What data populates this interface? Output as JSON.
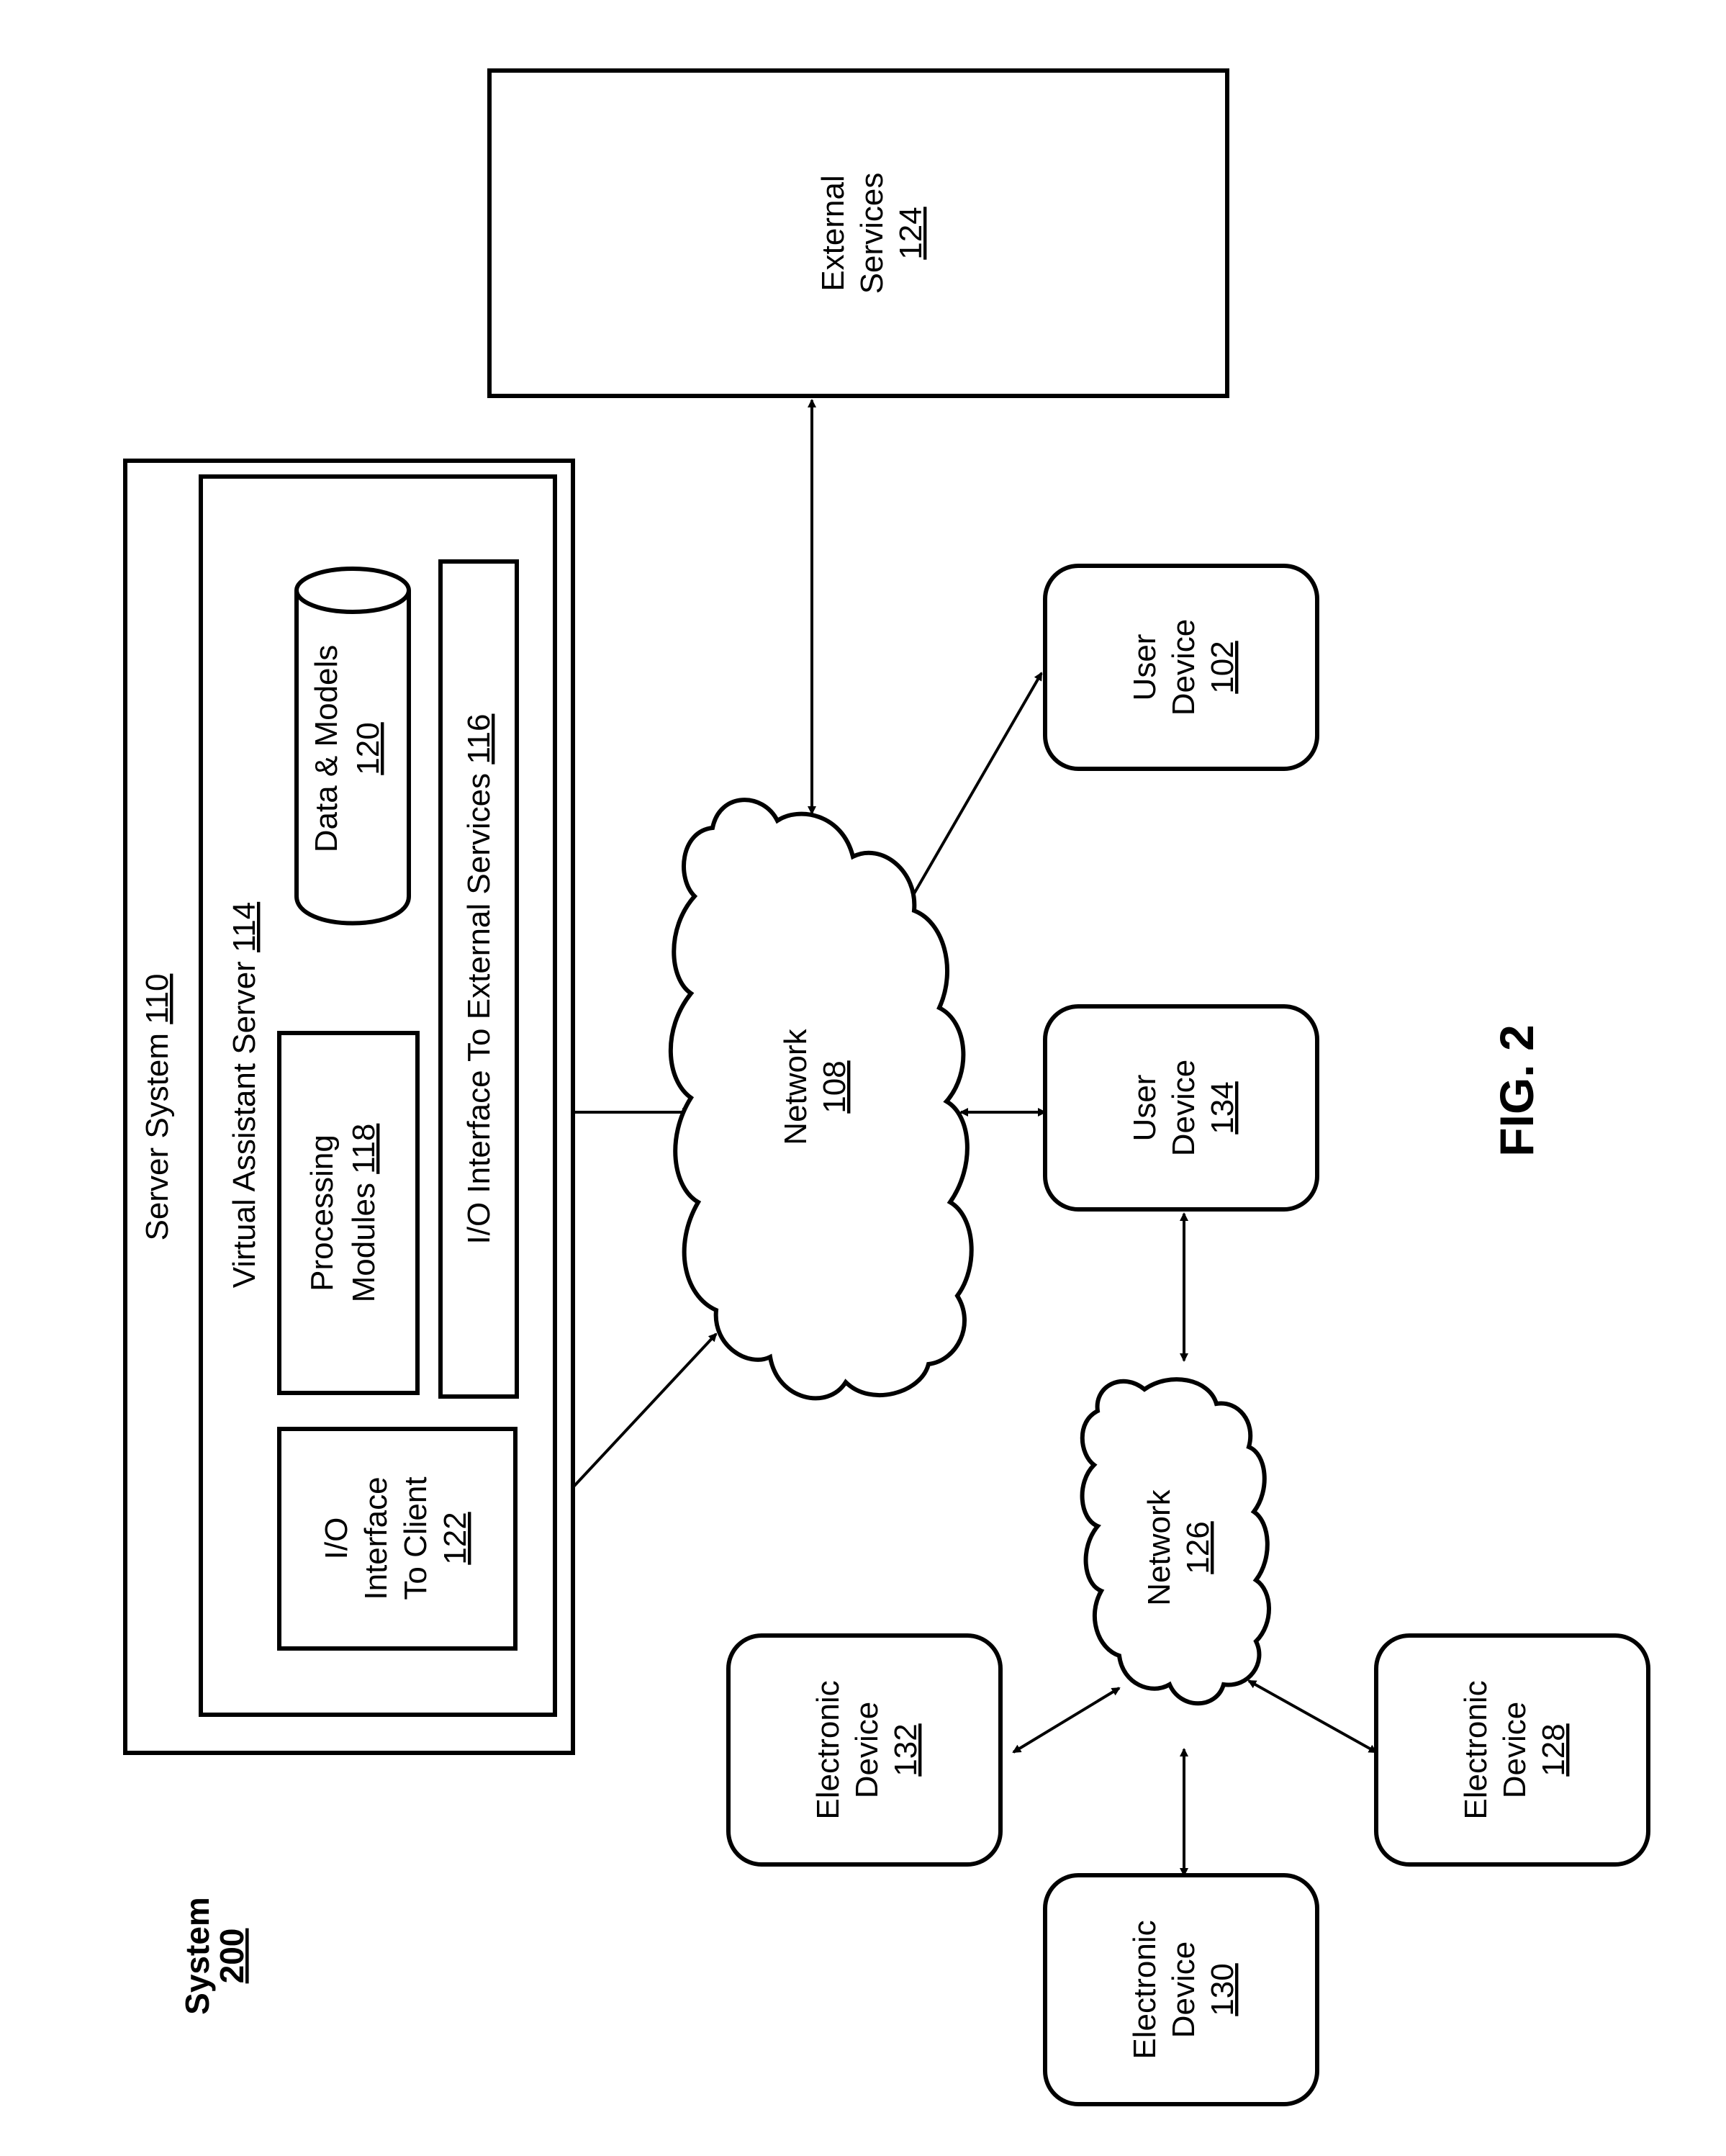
{
  "system": {
    "label": "System",
    "ref": "200"
  },
  "fig_label": "FIG. 2",
  "server_system": {
    "label": "Server System",
    "ref": "110"
  },
  "virtual_assistant_server": {
    "label": "Virtual Assistant Server",
    "ref": "114"
  },
  "processing_modules": {
    "line1": "Processing",
    "line2": "Modules",
    "ref": "118"
  },
  "data_models": {
    "label": "Data & Models",
    "ref": "120"
  },
  "io_external": {
    "label": "I/O Interface To External Services",
    "ref": "116"
  },
  "io_client": {
    "line1": "I/O",
    "line2": "Interface",
    "line3": "To Client",
    "ref": "122"
  },
  "external_services": {
    "line1": "External",
    "line2": "Services",
    "ref": "124"
  },
  "network_108": {
    "label": "Network",
    "ref": "108"
  },
  "network_126": {
    "label": "Network",
    "ref": "126"
  },
  "user_device_102": {
    "line1": "User",
    "line2": "Device",
    "ref": "102"
  },
  "user_device_134": {
    "line1": "User",
    "line2": "Device",
    "ref": "134"
  },
  "electronic_device_132": {
    "line1": "Electronic",
    "line2": "Device",
    "ref": "132"
  },
  "electronic_device_130": {
    "line1": "Electronic",
    "line2": "Device",
    "ref": "130"
  },
  "electronic_device_128": {
    "line1": "Electronic",
    "line2": "Device",
    "ref": "128"
  }
}
